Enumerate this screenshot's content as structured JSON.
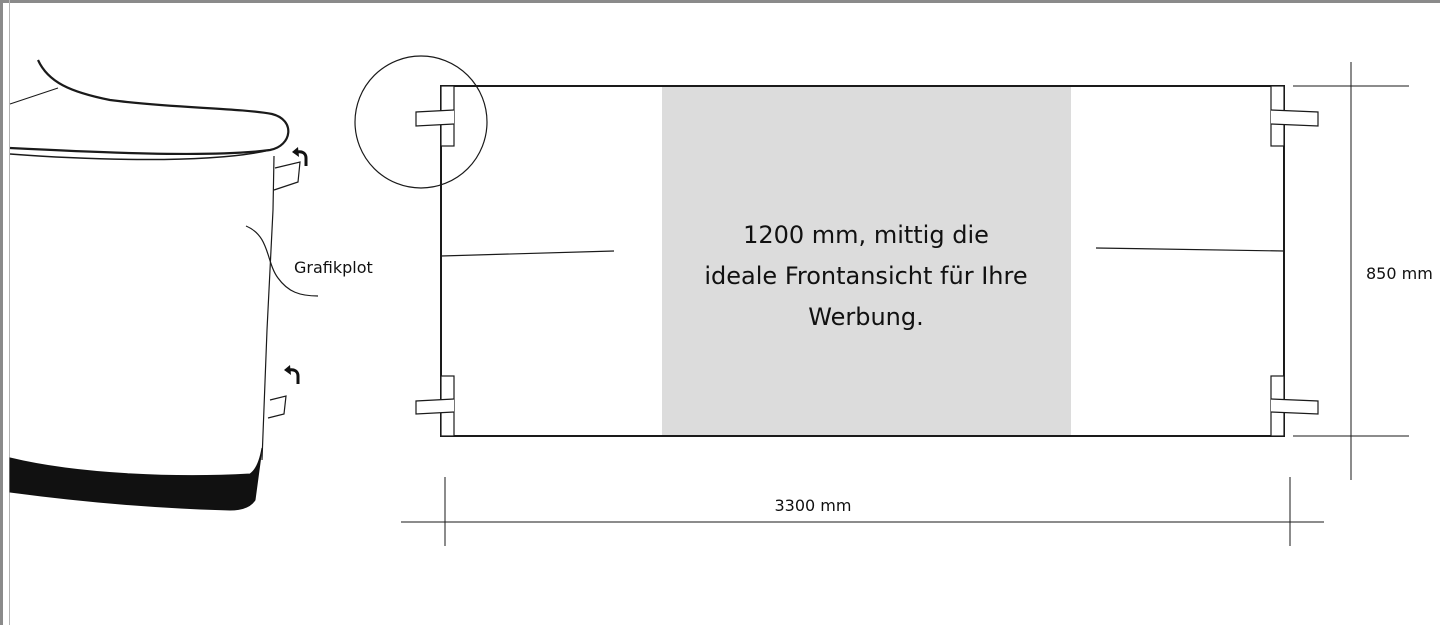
{
  "labels": {
    "grafikplot": "Grafikplot",
    "front_line1": "1200 mm, mittig die",
    "front_line2": "ideale Frontansicht für Ihre",
    "front_line3": "Werbung.",
    "height": "850 mm",
    "width": "3300 mm"
  },
  "colors": {
    "frame": "#8a8a8a",
    "line": "#1a1a1a",
    "highlight": "#dcdcdc",
    "base_band": "#111111"
  },
  "icons": {
    "turn_arrow": "curved-arrow-icon"
  }
}
